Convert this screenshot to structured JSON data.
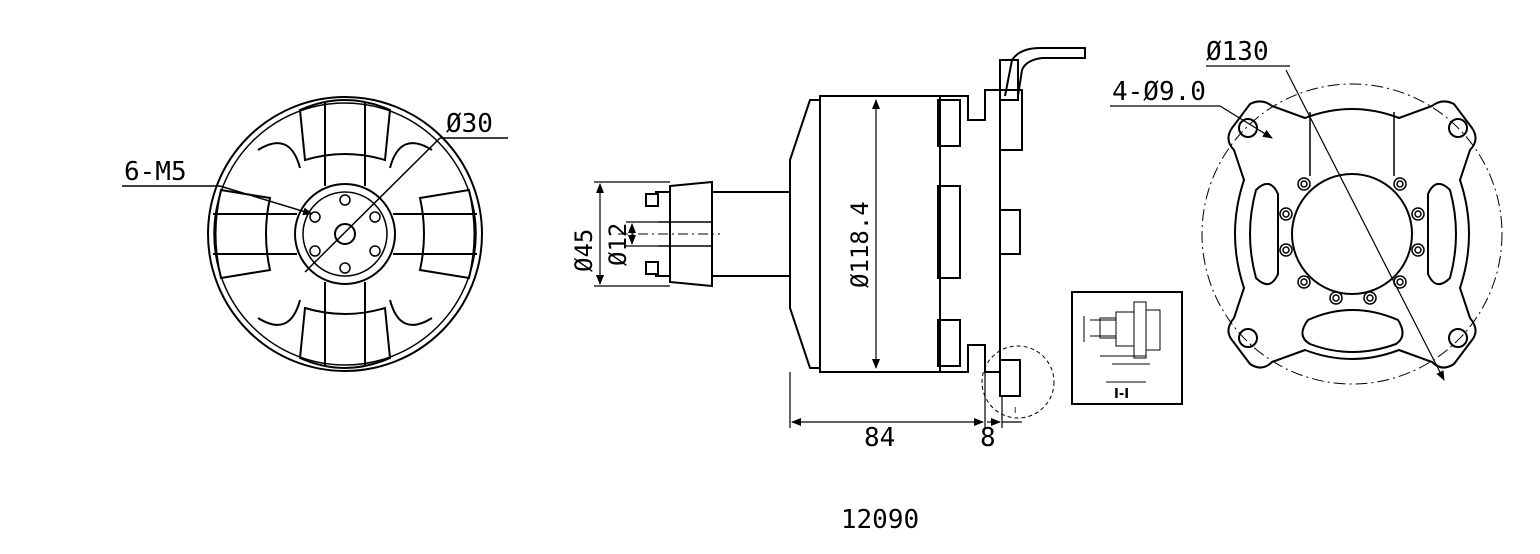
{
  "model": "12090",
  "front_view": {
    "label_holes": "6-M5",
    "label_diameter": "Ø30"
  },
  "side_view": {
    "label_shaft_outer": "Ø45",
    "label_shaft_inner": "Ø12",
    "label_body_diameter": "Ø118.4",
    "label_length": "84",
    "label_base": "8",
    "label_detail_marker": "I"
  },
  "detail_view": {
    "label": "I-I"
  },
  "mount_view": {
    "label_bolt_circle": "Ø130",
    "label_holes": "4-Ø9.0"
  }
}
